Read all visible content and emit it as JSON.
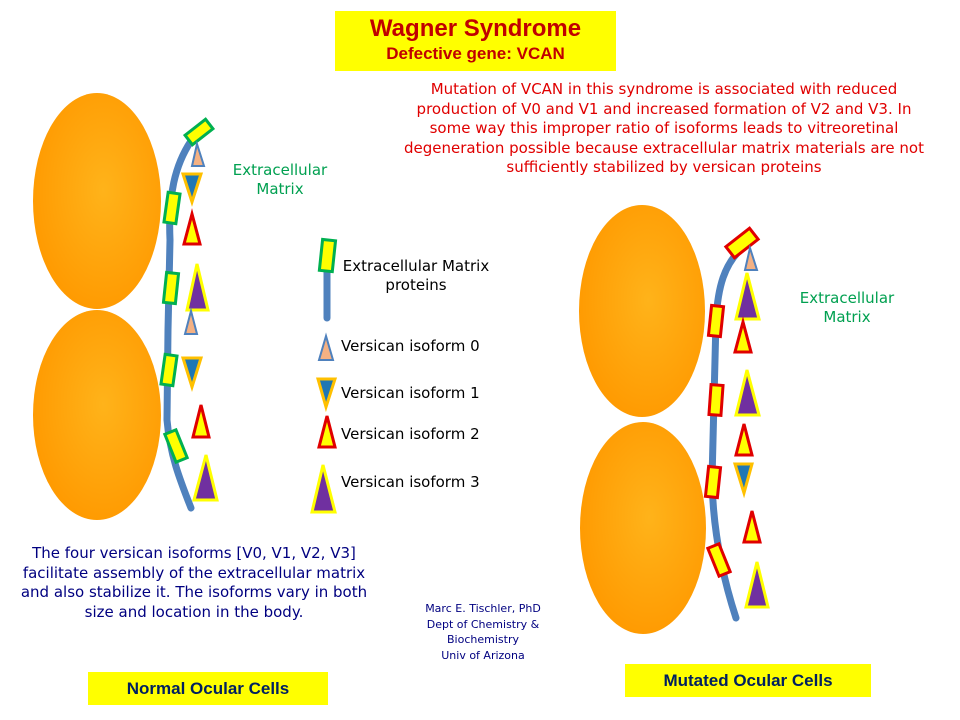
{
  "title": {
    "main": "Wagner Syndrome",
    "sub": "Defective gene: VCAN"
  },
  "mutation_description": "Mutation of VCAN in this syndrome is associated with reduced production of V0 and V1 and increased formation of V2 and V3. In some way this improper ratio of isoforms leads to vitreoretinal degeneration possible because extracellular matrix materials are not sufficiently stabilized by versican proteins",
  "labels": {
    "ecm_left": "Extracellular Matrix",
    "ecm_right": "Extracellular Matrix"
  },
  "legend": {
    "ecm_proteins": "Extracellular Matrix proteins",
    "v0": "Versican isoform 0",
    "v1": "Versican isoform 1",
    "v2": "Versican isoform 2",
    "v3": "Versican isoform 3"
  },
  "description": "The four versican isoforms [V0, V1, V2, V3] facilitate assembly of the extracellular matrix and also stabilize it.  The isoforms vary in both size and location in the body.",
  "credit": {
    "line1": "Marc  E. Tischler, PhD",
    "line2": "Dept of Chemistry &",
    "line3": "Biochemistry",
    "line4": "Univ of Arizona"
  },
  "captions": {
    "normal": "Normal Ocular Cells",
    "mutated": "Mutated Ocular Cells"
  },
  "colors": {
    "cell": "#ffa500",
    "ecm_strand": "#4f81bd",
    "ecm_normal_border": "#00b050",
    "ecm_mutated_border": "#e00000",
    "ecm_fill": "#ffff00",
    "v0_fill": "#f4b183",
    "v0_border": "#4f81bd",
    "v1_fill": "#1f77b4",
    "v1_border": "#ffc000",
    "v2_fill": "#ffff00",
    "v2_border": "#e00000",
    "v3_fill": "#7030a0",
    "v3_border": "#ffff00"
  }
}
